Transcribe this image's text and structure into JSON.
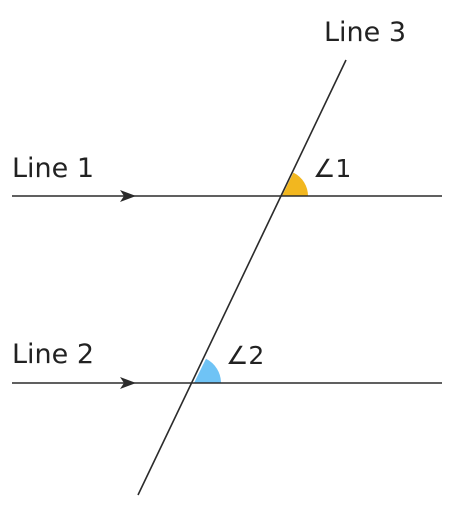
{
  "labels": {
    "line1": "Line 1",
    "line2": "Line 2",
    "line3": "Line 3",
    "angle1": "∠1",
    "angle2": "∠2"
  },
  "colors": {
    "angle1_fill": "#F2B71F",
    "angle2_fill": "#6FC3F5",
    "stroke": "#2B2B2B"
  },
  "lines": {
    "line1": {
      "type": "parallel",
      "arrow": "right"
    },
    "line2": {
      "type": "parallel",
      "arrow": "right"
    },
    "line3": {
      "type": "transversal"
    }
  },
  "angles": {
    "angle1": {
      "vertex": "line3-line1"
    },
    "angle2": {
      "vertex": "line3-line2"
    }
  }
}
